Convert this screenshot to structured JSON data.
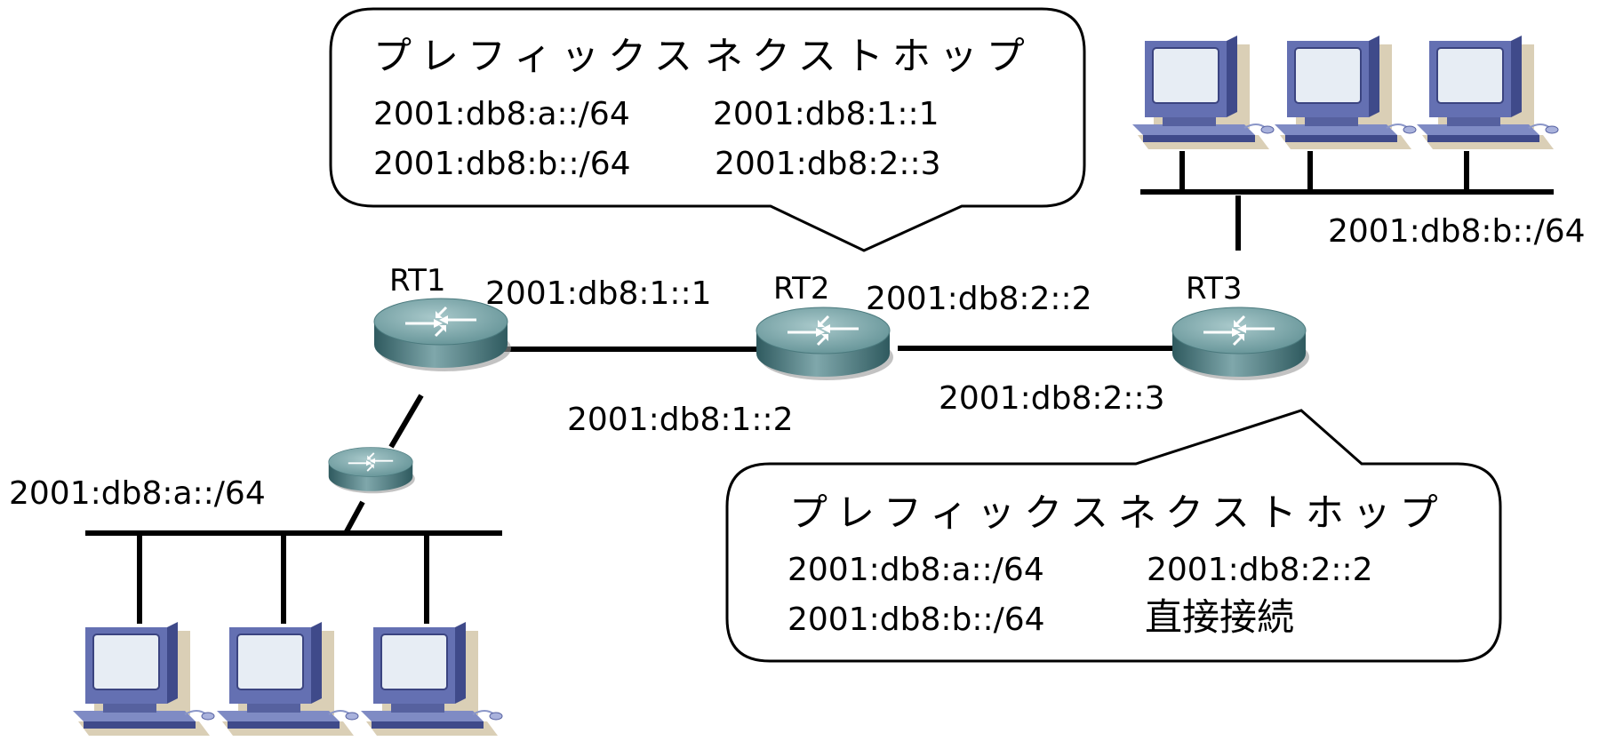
{
  "routers": {
    "rt1": "RT1",
    "rt2": "RT2",
    "rt3": "RT3"
  },
  "interfaces": {
    "rt1_rt2_rt1_side": "2001:db8:1::1",
    "rt1_rt2_rt2_side": "2001:db8:1::2",
    "rt2_rt3_rt2_side": "2001:db8:2::2",
    "rt2_rt3_rt3_side": "2001:db8:2::3"
  },
  "networks": {
    "lan_a": "2001:db8:a::/64",
    "lan_b": "2001:db8:b::/64"
  },
  "rt2_table": {
    "header_prefix": "プレフィックス",
    "header_nexthop": "ネクストホップ",
    "rows": [
      {
        "prefix": "2001:db8:a::/64",
        "nexthop": "2001:db8:1::1"
      },
      {
        "prefix": "2001:db8:b::/64",
        "nexthop": "2001:db8:2::3"
      }
    ]
  },
  "rt3_table": {
    "header_prefix": "プレフィックス",
    "header_nexthop": "ネクストホップ",
    "rows": [
      {
        "prefix": "2001:db8:a::/64",
        "nexthop": "2001:db8:2::2"
      },
      {
        "prefix": "2001:db8:b::/64",
        "nexthop": "直接接続"
      }
    ]
  },
  "colors": {
    "router_top": "#8fb3b6",
    "router_side": "#3f6f74",
    "pc_body": "#5a66a8",
    "pc_screen": "#e6ecf3",
    "line": "#000000"
  }
}
